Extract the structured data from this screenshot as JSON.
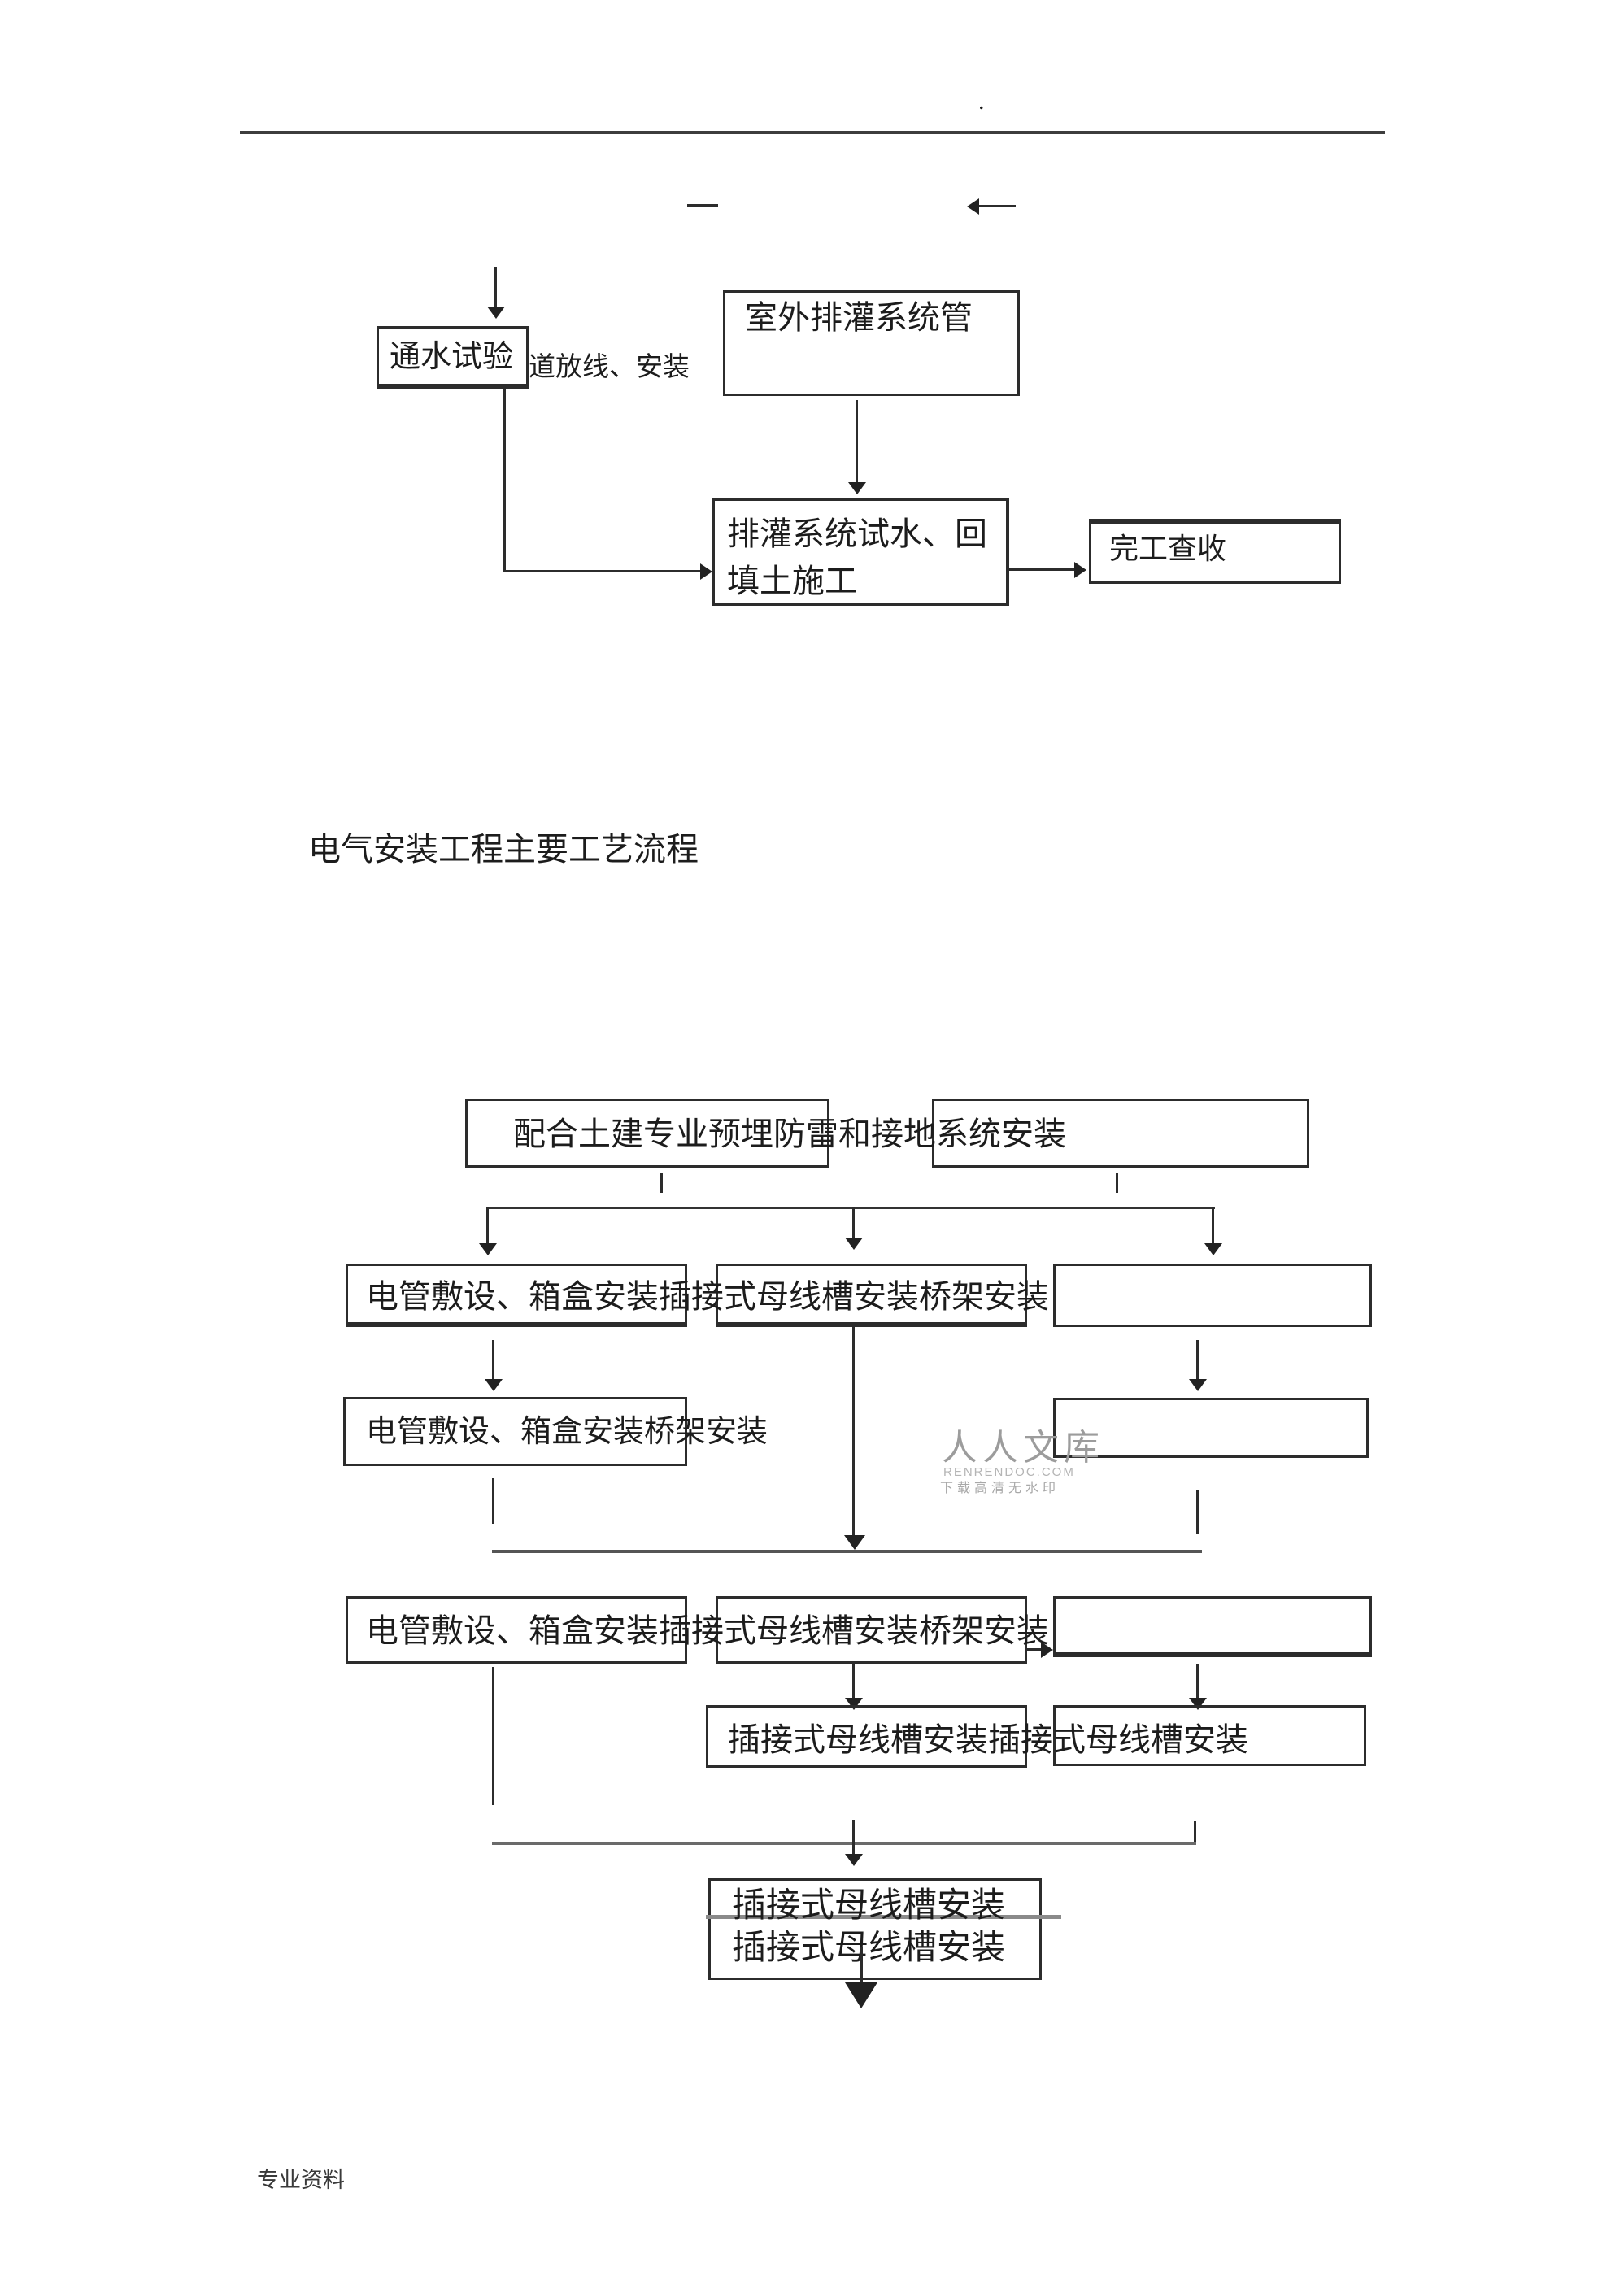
{
  "page": {
    "top_dot": ".",
    "section_title": "电气安装工程主要工艺流程",
    "footer_label": "专业资料"
  },
  "watermark": {
    "name": "人人文库",
    "site": "RENRENDOC.COM",
    "tagline": "下载高清无水印"
  },
  "flow1": {
    "water_test": "通水试验",
    "pipeline_layout": "道放线、安装",
    "outdoor_system": "室外排灌系统管",
    "system_test": "排灌系统试水、回填土施工",
    "completion": "完工查收"
  },
  "flow2": {
    "header": "配合土建专业预埋防雷和接地系统安装",
    "row1_text": "电管敷设、箱盒安装插接式母线槽安装桥架安装",
    "row2_text": "电管敷设、箱盒安装桥架安装",
    "row3_text": "电管敷设、箱盒安装插接式母线槽安装桥架安装",
    "row4_text": "插接式母线槽安装插接式母线槽安装",
    "final_line1": "插接式母线槽安装",
    "final_line2": "插接式母线槽安装"
  },
  "colors": {
    "ink": "#1f1f1f",
    "line_dark": "#2c2c2c",
    "bus_grey": "#5f5f5f",
    "final_rule_grey": "#8a8a8a",
    "watermark_grey": "#a0a0a0"
  }
}
